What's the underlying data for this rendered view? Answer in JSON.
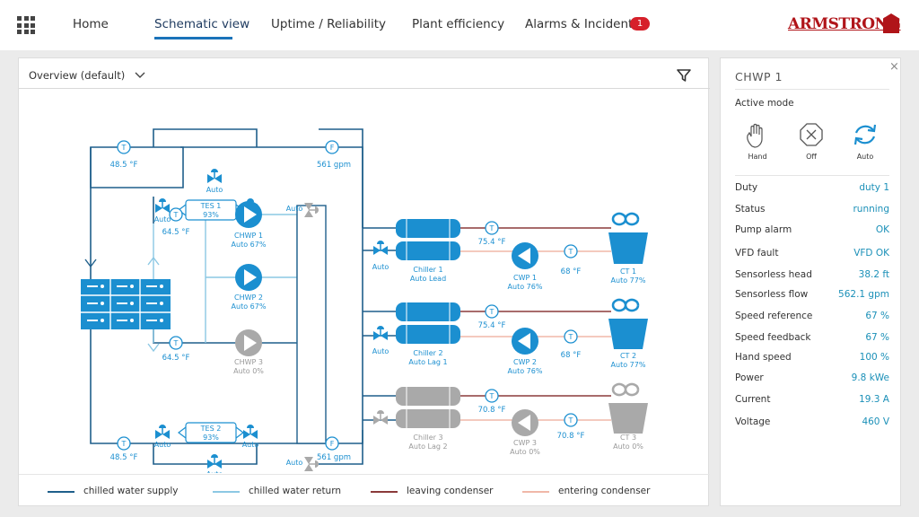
{
  "nav": {
    "items": [
      "Home",
      "Schematic view",
      "Uptime / Reliability",
      "Plant efficiency",
      "Alarms & Incidents"
    ],
    "active": "Schematic view",
    "alarm_count": "1"
  },
  "brand": {
    "logo_text": "ARMSTRONG"
  },
  "main": {
    "view_select": "Overview (default)"
  },
  "schematic": {
    "sensors": {
      "t_top": "48.5 °F",
      "f_top": "561 gpm",
      "t_chwp1": "64.5 °F",
      "t_chwp3": "64.5 °F",
      "t_bottom": "48.5 °F",
      "f_bottom": "561 gpm",
      "t_ch1": "75.4 °F",
      "t_ch2": "75.4 °F",
      "t_ch3": "70.8 °F",
      "t_ct1": "68 °F",
      "t_ct2": "68 °F",
      "t_ct3": "70.8 °F"
    },
    "sensor_letters": {
      "temp": "T",
      "flow": "F"
    },
    "tes": [
      {
        "name": "TES 1",
        "value": "93%"
      },
      {
        "name": "TES 2",
        "value": "93%"
      }
    ],
    "valve_mode": "Auto",
    "chwp": [
      {
        "name": "CHWP 1",
        "status": "Auto  67%"
      },
      {
        "name": "CHWP 2",
        "status": "Auto  67%"
      },
      {
        "name": "CHWP 3",
        "status": "Auto  0%"
      }
    ],
    "chillers": [
      {
        "name": "Chiller 1",
        "status": "Auto  Lead"
      },
      {
        "name": "Chiller 2",
        "status": "Auto  Lag 1"
      },
      {
        "name": "Chiller 3",
        "status": "Auto  Lag 2"
      }
    ],
    "cwp": [
      {
        "name": "CWP 1",
        "status": "Auto  76%"
      },
      {
        "name": "CWP 2",
        "status": "Auto  76%"
      },
      {
        "name": "CWP 3",
        "status": "Auto  0%"
      }
    ],
    "ct": [
      {
        "name": "CT 1",
        "status": "Auto  77%"
      },
      {
        "name": "CT 2",
        "status": "Auto  77%"
      },
      {
        "name": "CT 3",
        "status": "Auto  0%"
      }
    ],
    "colors": {
      "supply": "#1f5f8b",
      "return": "#8cc8e4",
      "leaving_condenser": "#8b3a3a",
      "entering_condenser": "#f0b8a8",
      "active_fill": "#1b8fd0",
      "inactive_fill": "#a9a9a9"
    }
  },
  "legend": [
    {
      "label": "chilled water supply",
      "color": "#1f5f8b"
    },
    {
      "label": "chilled water return",
      "color": "#8cc8e4"
    },
    {
      "label": "leaving condenser",
      "color": "#8b3a3a"
    },
    {
      "label": "entering condenser",
      "color": "#f0b8a8"
    }
  ],
  "side": {
    "title": "CHWP 1",
    "close": "×",
    "active_mode_label": "Active mode",
    "modes": [
      {
        "label": "Hand",
        "icon": "hand-icon"
      },
      {
        "label": "Off",
        "icon": "off-icon"
      },
      {
        "label": "Auto",
        "icon": "auto-icon"
      }
    ],
    "rows": [
      {
        "key": "Duty",
        "value": "duty 1"
      },
      {
        "key": "Status",
        "value": "running"
      },
      {
        "key": "Pump alarm",
        "value": "OK"
      },
      {
        "key": "VFD fault",
        "value": "VFD OK"
      },
      {
        "key": "Sensorless head",
        "value": "38.2 ft"
      },
      {
        "key": "Sensorless flow",
        "value": "562.1 gpm"
      },
      {
        "key": "Speed reference",
        "value": "67 %"
      },
      {
        "key": "Speed feedback",
        "value": "67 %"
      },
      {
        "key": "Hand speed",
        "value": "100 %"
      },
      {
        "key": "Power",
        "value": "9.8 kWe"
      },
      {
        "key": "Current",
        "value": "19.3 A"
      },
      {
        "key": "Voltage",
        "value": "460 V"
      }
    ]
  }
}
